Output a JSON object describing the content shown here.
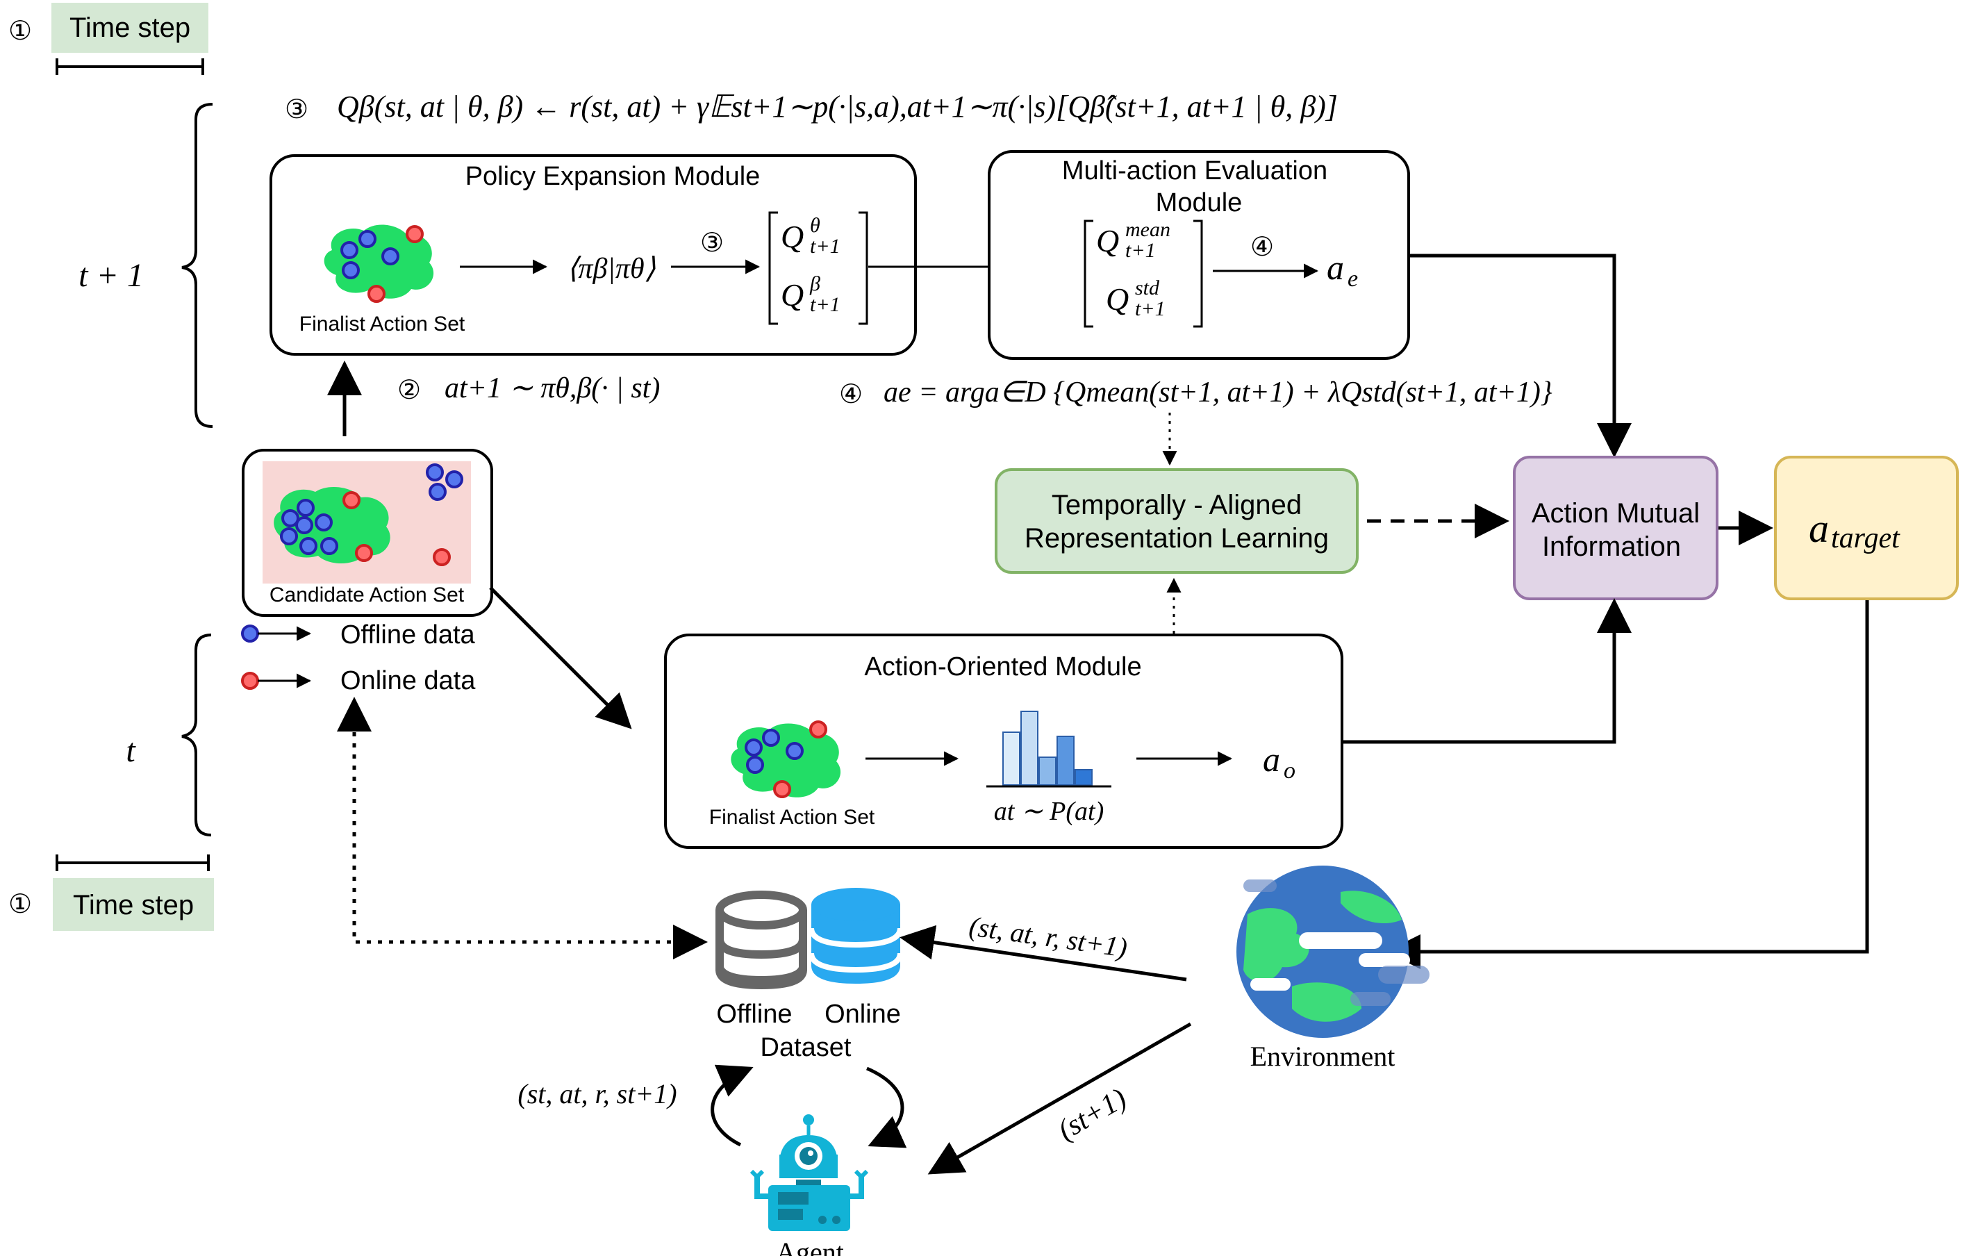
{
  "legend_top": {
    "marker": "①",
    "label": "Time step"
  },
  "legend_bottom": {
    "marker": "①",
    "label": "Time step"
  },
  "brace_t1_label": "t + 1",
  "brace_t_label": "t",
  "equation_top": {
    "marker": "③",
    "text": "Qβ(st, at | θ, β) ← r(st, at) + γ𝔼st+1∼p(·|s,a),at+1∼π(·|s)[Qβ̂(st+1, at+1 | θ, β)]"
  },
  "policy_expansion": {
    "title": "Policy Expansion Module",
    "set_label": "Finalist Action Set",
    "mixture": "⟨πβ|πθ⟩",
    "step_marker": "③",
    "q_theta": "Q",
    "q_theta_sup": "θ",
    "q_theta_sub": "t+1",
    "q_beta": "Q",
    "q_beta_sup": "β",
    "q_beta_sub": "t+1"
  },
  "multi_action": {
    "title_line1": "Multi-action Evaluation",
    "title_line2": "Module",
    "q_mean": "Q",
    "q_mean_sup": "mean",
    "q_mean_sub": "t+1",
    "q_std": "Q",
    "q_std_sup": "std",
    "q_std_sub": "t+1",
    "step_marker": "④",
    "output": "a",
    "output_sub": "e"
  },
  "sampling_eq": {
    "marker": "②",
    "text": "at+1 ∼ πθ,β(· | st)"
  },
  "argmax_eq": {
    "marker": "④",
    "text": "ae = arga∈D {Qmean(st+1, at+1) + λQstd(st+1, at+1)}"
  },
  "candidate": {
    "label": "Candidate Action Set"
  },
  "data_legend": {
    "offline": "Offline data",
    "online": "Online data"
  },
  "tarl": {
    "line1": "Temporally - Aligned",
    "line2": "Representation Learning"
  },
  "ami": {
    "line1": "Action Mutual",
    "line2": "Information"
  },
  "target": {
    "main": "a",
    "sub": "target"
  },
  "action_oriented": {
    "title": "Action-Oriented Module",
    "set_label": "Finalist Action Set",
    "dist_label": "at ∼ P(at)",
    "output": "a",
    "output_sub": "o"
  },
  "dataset": {
    "offline": "Offline",
    "online": "Online",
    "label": "Dataset"
  },
  "transition_top": "(st, at, r, st+1)",
  "transition_left": "(st, at, r, st+1)",
  "next_state": "(st+1)",
  "environment_label": "Environment",
  "agent_label": "Agent",
  "colors": {
    "green_box": "#d5e8d4",
    "green_border": "#82b366",
    "purple_box": "#e1d5e7",
    "purple_border": "#9673a6",
    "yellow_box": "#fff2cc",
    "yellow_border": "#d6b656",
    "blob": "#22dd66",
    "offline_dot": "#5577ee",
    "online_dot": "#ff6b6b",
    "pink_bg": "#f8d7d5",
    "db_online": "#29a9f0",
    "agent": "#12b3d6"
  }
}
